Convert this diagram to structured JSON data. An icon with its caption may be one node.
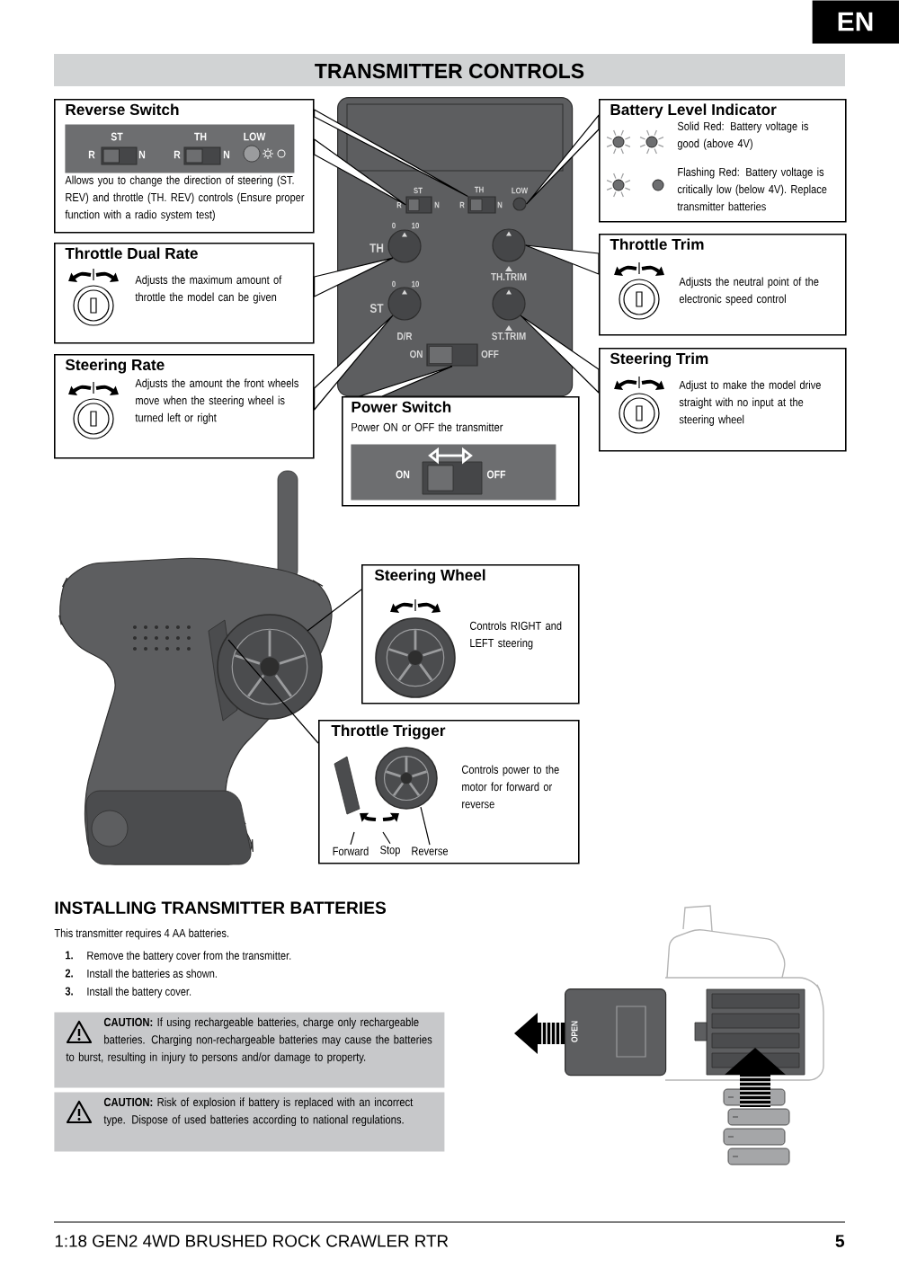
{
  "diagram": {
    "title": "TRANSMITTER CONTROLS",
    "nodes": [
      {
        "text": [
          "Reverse Switch",
          "Allows you to change the direction of steering (ST. REV) and throttle (TH. REV) controls (Ensure proper function with a radio system test)"
        ]
      },
      {
        "text": [
          "ST",
          "R",
          "N",
          "TH",
          "R",
          "N",
          "LOW"
        ],
        "in": 0
      },
      {
        "text": [
          "Battery Level Indicator",
          "Solid Red: Battery voltage is good (above 4V)",
          "Flashing Red: Battery voltage is critically low (below 4V). Replace transmitter batteries"
        ]
      },
      {
        "text": [
          "Throttle Dual Rate",
          "Adjusts the maximum amount of throttle the model can be given"
        ]
      },
      {
        "text": [
          "Throttle Trim",
          "Adjusts the neutral point of the electronic speed control"
        ]
      },
      {
        "text": [
          "Steering Rate",
          "Adjusts the amount the front wheels move when the steering wheel is turned left or right"
        ]
      },
      {
        "text": [
          "Steering Trim",
          "Adjust to make the model drive straight with no input at the steering wheel"
        ]
      },
      {
        "text": [
          "Power Switch",
          "Power ON or OFF the transmitter"
        ]
      },
      {
        "text": [
          "ON",
          "OFF"
        ],
        "in": 7
      },
      {
        "text": [
          "ST",
          "R",
          "N",
          "TH",
          "R",
          "N",
          "LOW",
          "0",
          "10",
          "TH",
          "TH.TRIM",
          "0",
          "10",
          "ST",
          "D/R",
          "ST.TRIM",
          "ON",
          "OFF"
        ]
      },
      {
        "text": [],
        "shape": "box",
        "in": 9
      },
      {
        "text": [],
        "shape": "box",
        "in": 9
      },
      {
        "text": [],
        "shape": "circle",
        "in": 9
      },
      {
        "text": [],
        "shape": "circle",
        "in": 9
      },
      {
        "text": [],
        "shape": "circle",
        "in": 9
      },
      {
        "text": [],
        "shape": "circle",
        "in": 9
      },
      {
        "text": [],
        "shape": "circle",
        "in": 9
      },
      {
        "text": [],
        "shape": "box",
        "in": 9
      },
      {
        "text": [
          "Steering Wheel",
          "Controls RIGHT and LEFT steering"
        ]
      },
      {
        "text": [
          "Throttle Trigger",
          "Controls power to the motor for forward or reverse"
        ]
      },
      {
        "text": [
          "Forward"
        ],
        "in": 19
      },
      {
        "text": [
          "Stop"
        ],
        "in": 19
      },
      {
        "text": [
          "Reverse"
        ],
        "in": 19
      },
      {
        "text": [
          "**CAUTION:** If using rechargeable batteries, charge only rechargeable batteries. Charging non-rechargeable batteries may cause the batteries to burst, resulting in injury to persons and/or damage to property."
        ]
      },
      {
        "text": [
          "**CAUTION:** Risk of explosion if battery is replaced with an incorrect type. Dispose of used batteries according to national regulations."
        ]
      },
      {
        "text": [
          "EN"
        ]
      },
      {
        "text": [
          "OPEN"
        ]
      }
    ],
    "edges": [
      {
        "from": 0,
        "to": 10,
        "arrow": "none"
      },
      {
        "from": 0,
        "to": 11,
        "arrow": "none"
      },
      {
        "from": 2,
        "to": 12,
        "arrow": "none"
      },
      {
        "from": 3,
        "to": 13,
        "arrow": "none"
      },
      {
        "from": 4,
        "to": 14,
        "arrow": "none"
      },
      {
        "from": 5,
        "to": 15,
        "arrow": "none"
      },
      {
        "from": 6,
        "to": 16,
        "arrow": "none"
      },
      {
        "from": 7,
        "to": 17,
        "arrow": "none"
      },
      {
        "from": 18,
        "to": null,
        "arrow": "none"
      },
      {
        "from": 19,
        "to": null,
        "arrow": "none"
      },
      {
        "from": 20,
        "to": null,
        "arrow": "none"
      },
      {
        "from": 21,
        "to": null,
        "arrow": "none"
      },
      {
        "from": 22,
        "to": null,
        "arrow": "none"
      }
    ],
    "labels": [
      "INSTALLING TRANSMITTER BATTERIES",
      "This transmitter requires 4 AA batteries.",
      "1.",
      "Remove the battery cover from the transmitter.",
      "2.",
      "Install the batteries as shown.",
      "3.",
      "Install the battery cover.",
      "1:18 GEN2 4WD BRUSHED ROCK CRAWLER RTR",
      "5"
    ]
  }
}
